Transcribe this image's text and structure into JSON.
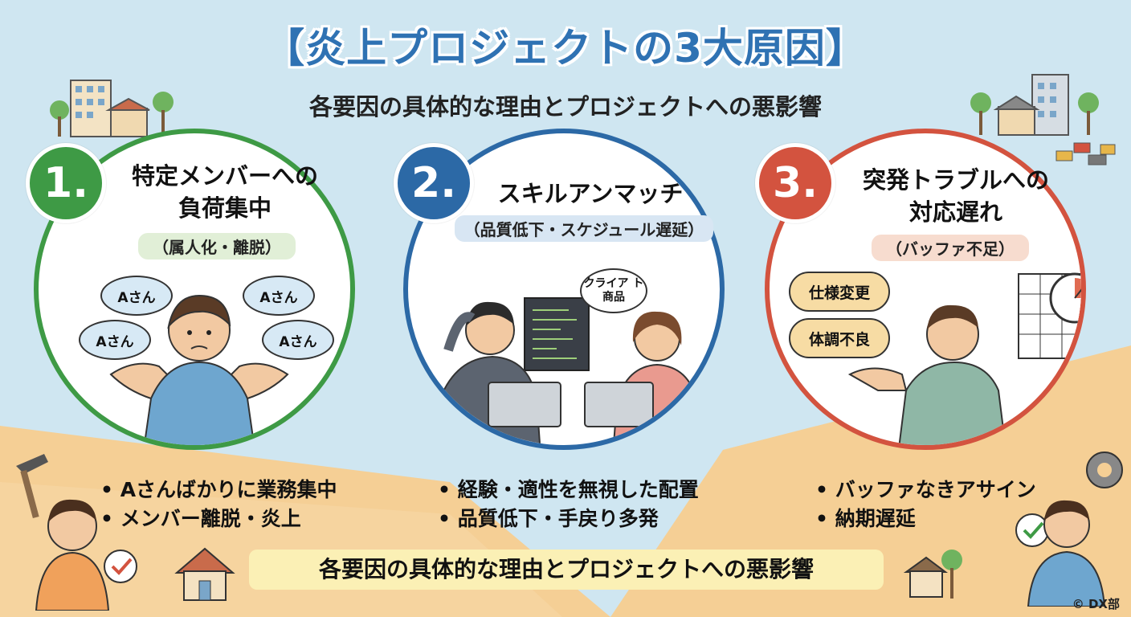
{
  "title": "【炎上プロジェクトの3大原因】",
  "subtitle": "各要因の具体的な理由とプロジェクトへの悪影響",
  "causes": [
    {
      "number": "1.",
      "heading_line1": "特定メンバーへの",
      "heading_line2": "負荷集中",
      "subheading": "（属人化・離脱）",
      "bubbles": [
        "Aさん",
        "Aさん",
        "Aさん",
        "Aさん"
      ],
      "bullets": [
        "Aさんばかりに業務集中",
        "メンバー離脱・炎上"
      ],
      "color": "#3e9a45"
    },
    {
      "number": "2.",
      "heading_line1": "スキルアンマッチ",
      "subheading": "（品質低下・スケジュール遅延）",
      "bubble": "クライア ト商品",
      "bullets": [
        "経験・適性を無視した配置",
        "品質低下・手戻り多発"
      ],
      "color": "#2c69a6"
    },
    {
      "number": "3.",
      "heading_line1": "突発トラブルへの",
      "heading_line2": "対応遅れ",
      "subheading": "（バッファ不足）",
      "bubbles": [
        "仕様変更",
        "体調不良"
      ],
      "bullets": [
        "バッファなきアサイン",
        "納期遅延"
      ],
      "color": "#d3533f"
    }
  ],
  "banner": "各要因の具体的な理由とプロジェクトへの悪影響",
  "credit": "© DX部"
}
